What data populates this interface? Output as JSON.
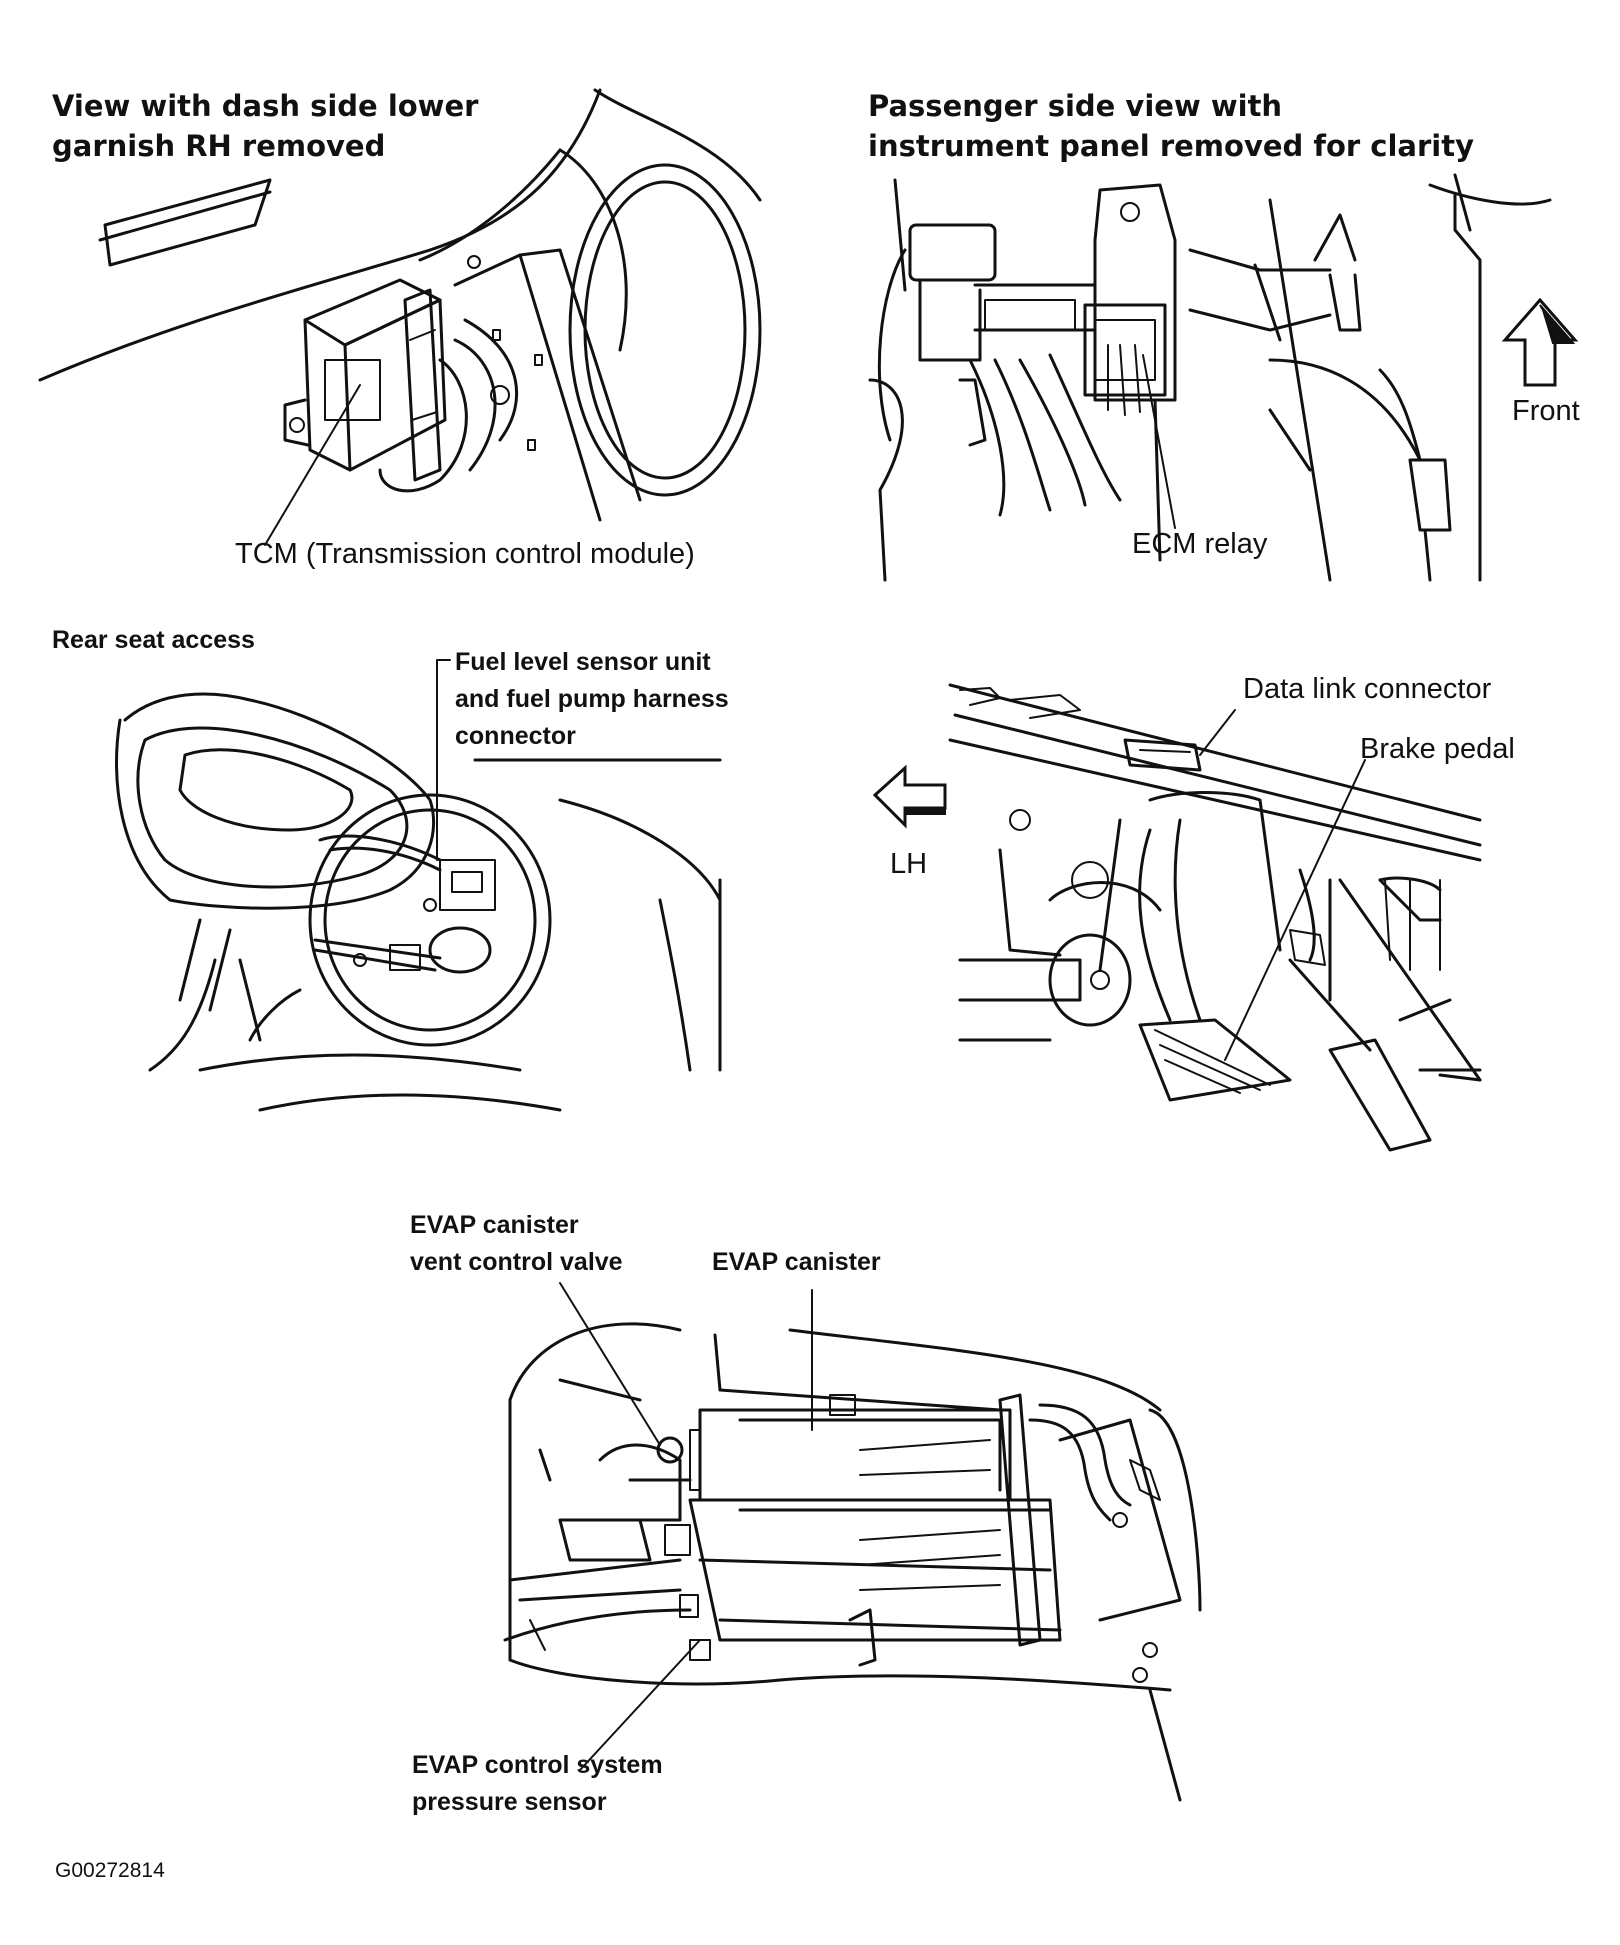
{
  "panels": {
    "tcm": {
      "heading_line1": "View with dash side lower",
      "heading_line2": "garnish RH removed",
      "callout": "TCM (Transmission control module)"
    },
    "ecm": {
      "heading_line1": "Passenger side view with",
      "heading_line2": "instrument panel removed for clarity",
      "callout": "ECM relay",
      "direction": "Front"
    },
    "fuel": {
      "heading": "Rear seat access",
      "callout_line1": "Fuel level sensor unit",
      "callout_line2": "and fuel pump harness",
      "callout_line3": "connector"
    },
    "pedal": {
      "callout_dlc": "Data link connector",
      "callout_brake": "Brake pedal",
      "direction": "LH"
    },
    "evap": {
      "callout_valve_line1": "EVAP canister",
      "callout_valve_line2": "vent control valve",
      "callout_canister": "EVAP canister",
      "callout_sensor_line1": "EVAP control system",
      "callout_sensor_line2": "pressure sensor"
    }
  },
  "figure_id": "G00272814"
}
